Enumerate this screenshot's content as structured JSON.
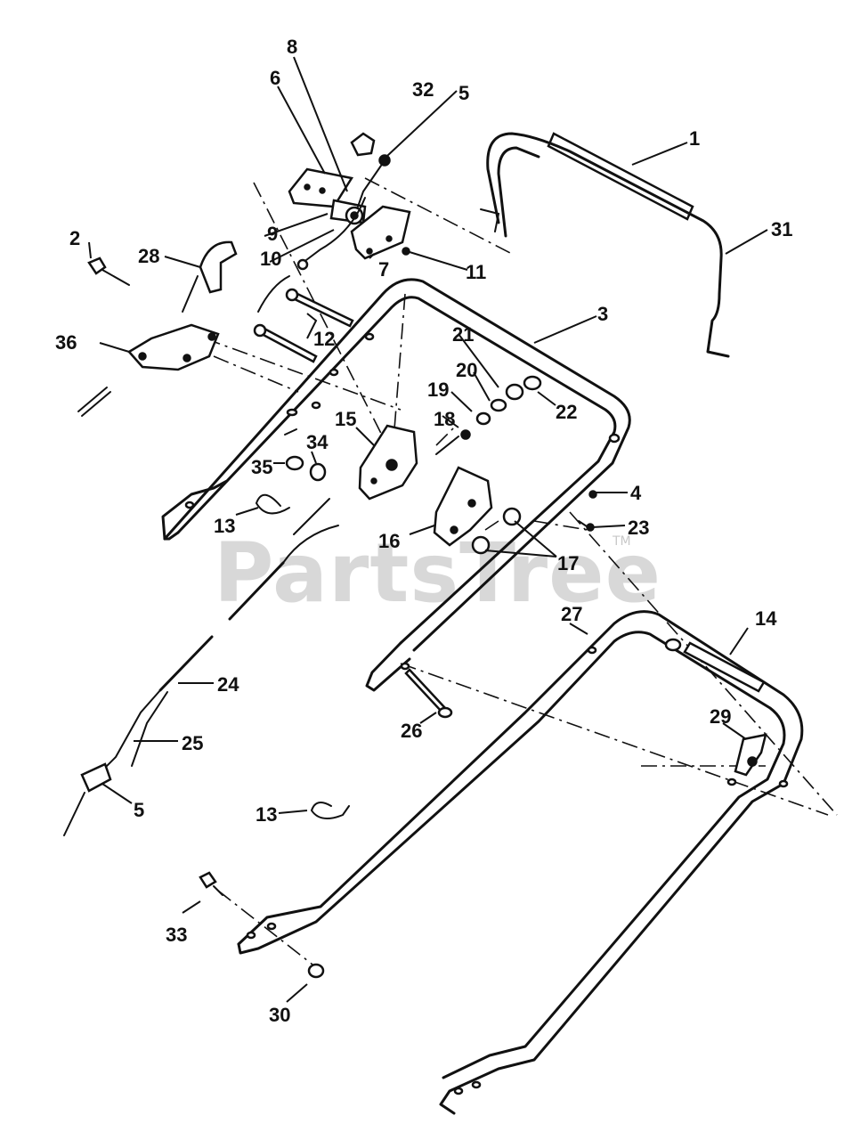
{
  "watermark": {
    "text": "PartsTree",
    "trademark": "TM"
  },
  "callouts": [
    {
      "id": "c1",
      "label": "1"
    },
    {
      "id": "c2",
      "label": "2"
    },
    {
      "id": "c3",
      "label": "3"
    },
    {
      "id": "c4",
      "label": "4"
    },
    {
      "id": "c5a",
      "label": "5"
    },
    {
      "id": "c5b",
      "label": "5"
    },
    {
      "id": "c6",
      "label": "6"
    },
    {
      "id": "c7",
      "label": "7"
    },
    {
      "id": "c8",
      "label": "8"
    },
    {
      "id": "c9",
      "label": "9"
    },
    {
      "id": "c10",
      "label": "10"
    },
    {
      "id": "c11",
      "label": "11"
    },
    {
      "id": "c12",
      "label": "12"
    },
    {
      "id": "c13a",
      "label": "13"
    },
    {
      "id": "c13b",
      "label": "13"
    },
    {
      "id": "c14",
      "label": "14"
    },
    {
      "id": "c15",
      "label": "15"
    },
    {
      "id": "c16",
      "label": "16"
    },
    {
      "id": "c17",
      "label": "17"
    },
    {
      "id": "c18",
      "label": "18"
    },
    {
      "id": "c19",
      "label": "19"
    },
    {
      "id": "c20",
      "label": "20"
    },
    {
      "id": "c21",
      "label": "21"
    },
    {
      "id": "c22",
      "label": "22"
    },
    {
      "id": "c23",
      "label": "23"
    },
    {
      "id": "c24",
      "label": "24"
    },
    {
      "id": "c25",
      "label": "25"
    },
    {
      "id": "c26",
      "label": "26"
    },
    {
      "id": "c27",
      "label": "27"
    },
    {
      "id": "c28",
      "label": "28"
    },
    {
      "id": "c29",
      "label": "29"
    },
    {
      "id": "c30",
      "label": "30"
    },
    {
      "id": "c31",
      "label": "31"
    },
    {
      "id": "c32",
      "label": "32"
    },
    {
      "id": "c33",
      "label": "33"
    },
    {
      "id": "c34",
      "label": "34"
    },
    {
      "id": "c35",
      "label": "35"
    },
    {
      "id": "c36",
      "label": "36"
    }
  ]
}
